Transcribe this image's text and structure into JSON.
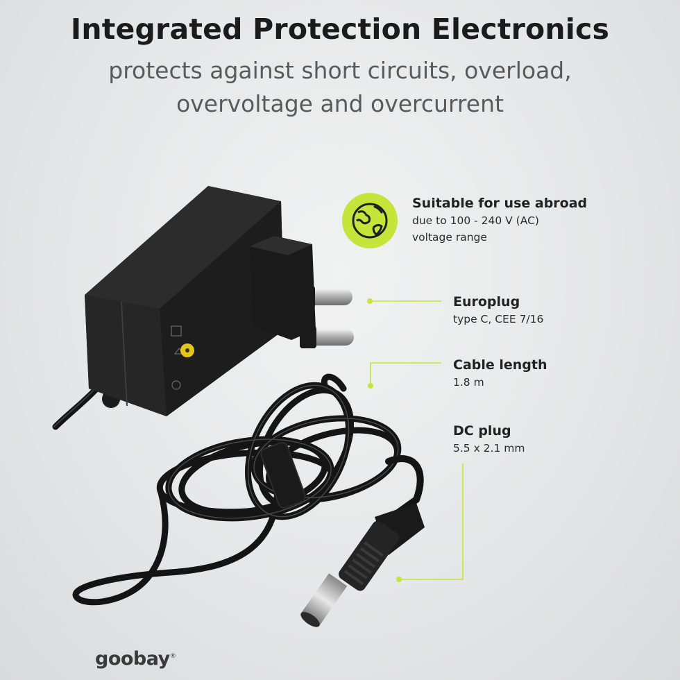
{
  "header": {
    "title": "Integrated Protection Electronics",
    "subtitle_line1": "protects against short circuits, overload,",
    "subtitle_line2": "overvoltage and overcurrent"
  },
  "features": [
    {
      "title": "Suitable for use abroad",
      "desc_line1": "due to 100 - 240 V (AC)",
      "desc_line2": "voltage range",
      "icon": "globe-icon"
    },
    {
      "title": "Europlug",
      "desc_line1": "type C, CEE 7/16"
    },
    {
      "title": "Cable length",
      "desc_line1": "1.8 m"
    },
    {
      "title": "DC plug",
      "desc_line1": "5.5 x 2.1 mm"
    }
  ],
  "brand": {
    "logo_text": "goobay",
    "registered": "®"
  },
  "colors": {
    "accent": "#c7e43a",
    "adapter": "#222222",
    "text": "#1e1e1e",
    "subtitle": "#5a5a5a"
  }
}
